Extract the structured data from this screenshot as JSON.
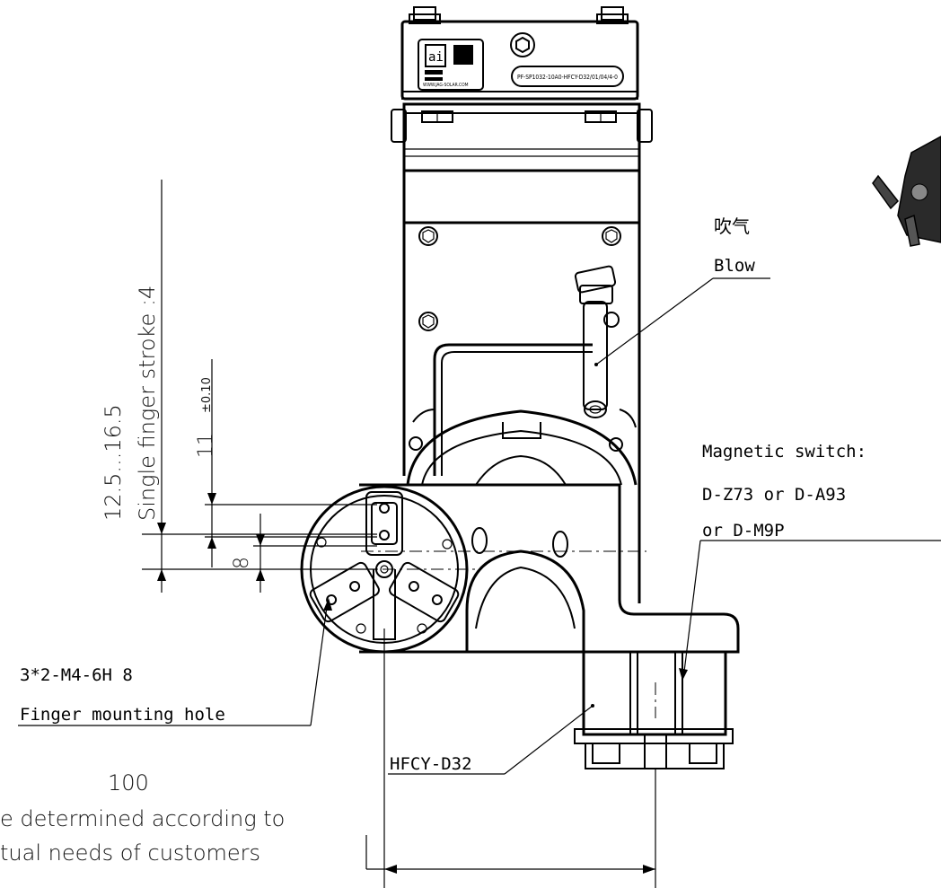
{
  "callouts": {
    "blow_cn": "吹气",
    "blow_en": "Blow",
    "magnetic_switch_line1": "Magnetic switch:",
    "magnetic_switch_line2": "D-Z73 or D-A93",
    "magnetic_switch_line3": "or D-M9P",
    "finger_hole_spec": "3*2-M4-6H 8",
    "finger_hole_desc": "Finger mounting hole",
    "cylinder_model": "HFCY-D32"
  },
  "dimensions": {
    "stroke_range": "12.5...16.5",
    "stroke_desc": "Single finger stroke :4",
    "offset_value": "11",
    "offset_tol": "±0.10",
    "finger_dim": "8",
    "width_value": "100",
    "width_note_1": "e determined according to",
    "width_note_2": "tual needs of customers"
  },
  "product_label": {
    "model_code": "PF-SP1032-10A0-HFCY-D32/01/04/4-0",
    "logo_mark": "ai",
    "logo_sub": "WWW.JAG-SOLAR.COM"
  },
  "colors": {
    "line": "#000000",
    "background": "#ffffff"
  }
}
